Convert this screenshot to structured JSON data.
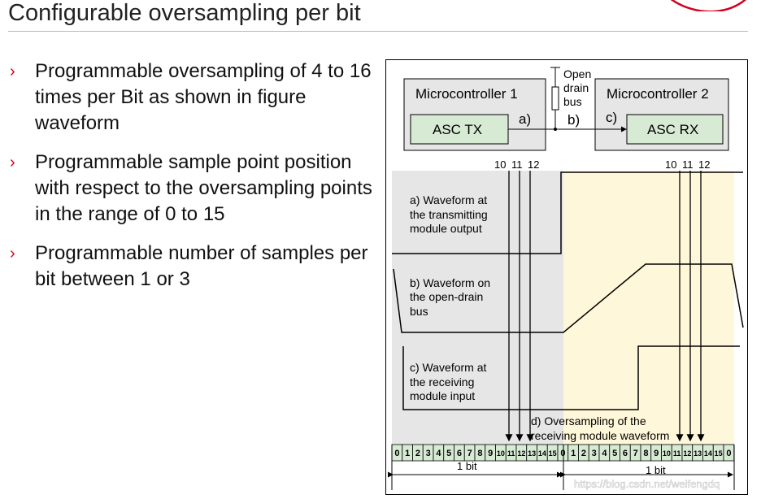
{
  "slide": {
    "title": "Configurable oversampling per bit",
    "bullet_marker": "›",
    "bullets": [
      "Programmable oversampling of 4 to 16 times per Bit as shown in figure waveform",
      "Programmable sample point position with respect to the oversampling points in the range of 0 to 15",
      "Programmable number of samples per bit between 1 or 3"
    ]
  },
  "diagram": {
    "mc1_label": "Microcontroller 1",
    "mc2_label": "Microcontroller 2",
    "tx_label": "ASC TX",
    "rx_label": "ASC RX",
    "bus_lines": [
      "Open",
      "drain",
      "bus"
    ],
    "marker_a": "a)",
    "marker_b": "b)",
    "marker_c": "c)",
    "sample_ticks": [
      "10",
      "11",
      "12"
    ],
    "waveform_a": [
      "a) Waveform at",
      "the transmitting",
      "module output"
    ],
    "waveform_b": [
      "b) Waveform on",
      "the open-drain",
      "bus"
    ],
    "waveform_c": [
      "c) Waveform at",
      "the receiving",
      "module input"
    ],
    "oversampling_caption": [
      "d) Oversampling of the",
      "receiving module waveform"
    ],
    "counter_cells": [
      "0",
      "1",
      "2",
      "3",
      "4",
      "5",
      "6",
      "7",
      "8",
      "9",
      "10",
      "11",
      "12",
      "13",
      "14",
      "15",
      "0",
      "1",
      "2",
      "3",
      "4",
      "5",
      "6",
      "7",
      "8",
      "9",
      "10",
      "11",
      "12",
      "13",
      "14",
      "15",
      "0"
    ],
    "bit_label": "1 bit",
    "watermark": "https://blog.csdn.net/weifengdq",
    "colors": {
      "bit1_region": "#e6e6e6",
      "bit2_region": "#fff7d9",
      "box_fill": "#e6e6e6",
      "inner_box_fill": "#d7ead4",
      "cell_fill": "#d7ead4",
      "accent": "#d2001e"
    }
  }
}
